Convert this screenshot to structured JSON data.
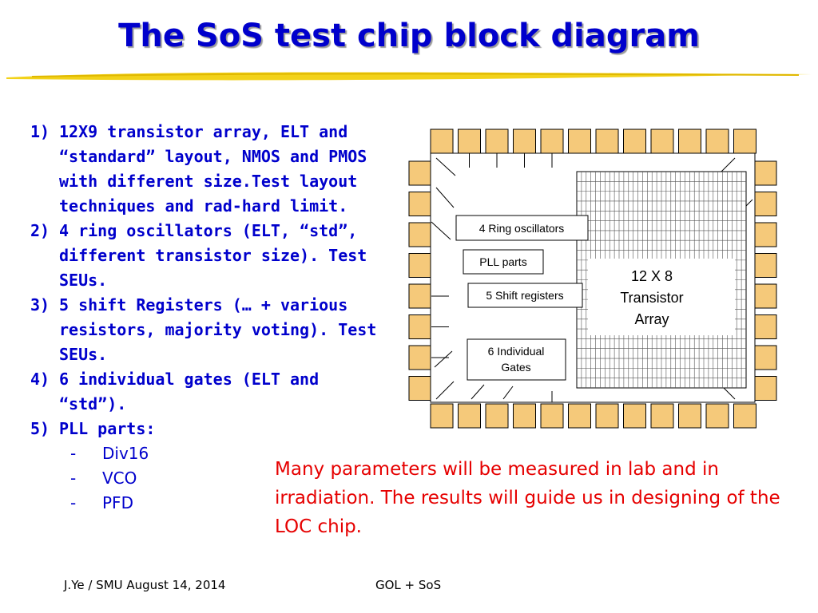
{
  "slide": {
    "title": "The SoS test chip block diagram",
    "list": [
      {
        "num": "1)",
        "text": "12X9 transistor array, ELT and “standard” layout, NMOS and PMOS with different size.Test layout techniques and rad-hard limit."
      },
      {
        "num": "2)",
        "text": "4 ring oscillators (ELT, “std”, different transistor size). Test SEUs."
      },
      {
        "num": "3)",
        "text": "5 shift Registers (… + various resistors, majority voting). Test SEUs."
      },
      {
        "num": "4)",
        "text": "6 individual gates (ELT and “std”)."
      },
      {
        "num": "5)",
        "text": "PLL parts:"
      }
    ],
    "sublist": [
      {
        "dash": "-",
        "text": "Div16"
      },
      {
        "dash": "-",
        "text": "VCO"
      },
      {
        "dash": "-",
        "text": "PFD"
      }
    ],
    "note": "Many parameters will be measured in lab and in irradiation. The results will guide us in designing of the LOC chip.",
    "footer_left": "J.Ye / SMU August 14, 2014",
    "footer_center": "GOL + SoS"
  },
  "diagram": {
    "blocks": {
      "ring_osc": "4 Ring oscillators",
      "pll": "PLL parts",
      "shift_reg": "5 Shift registers",
      "gates_line1": "6 Individual",
      "gates_line2": "Gates",
      "array_line1": "12 X 8",
      "array_line2": "Transistor",
      "array_line3": "Array"
    },
    "colors": {
      "pad": "#f5c97a",
      "title": "#0000cc",
      "note": "#e60000",
      "swoosh": "#f2d21a"
    }
  }
}
